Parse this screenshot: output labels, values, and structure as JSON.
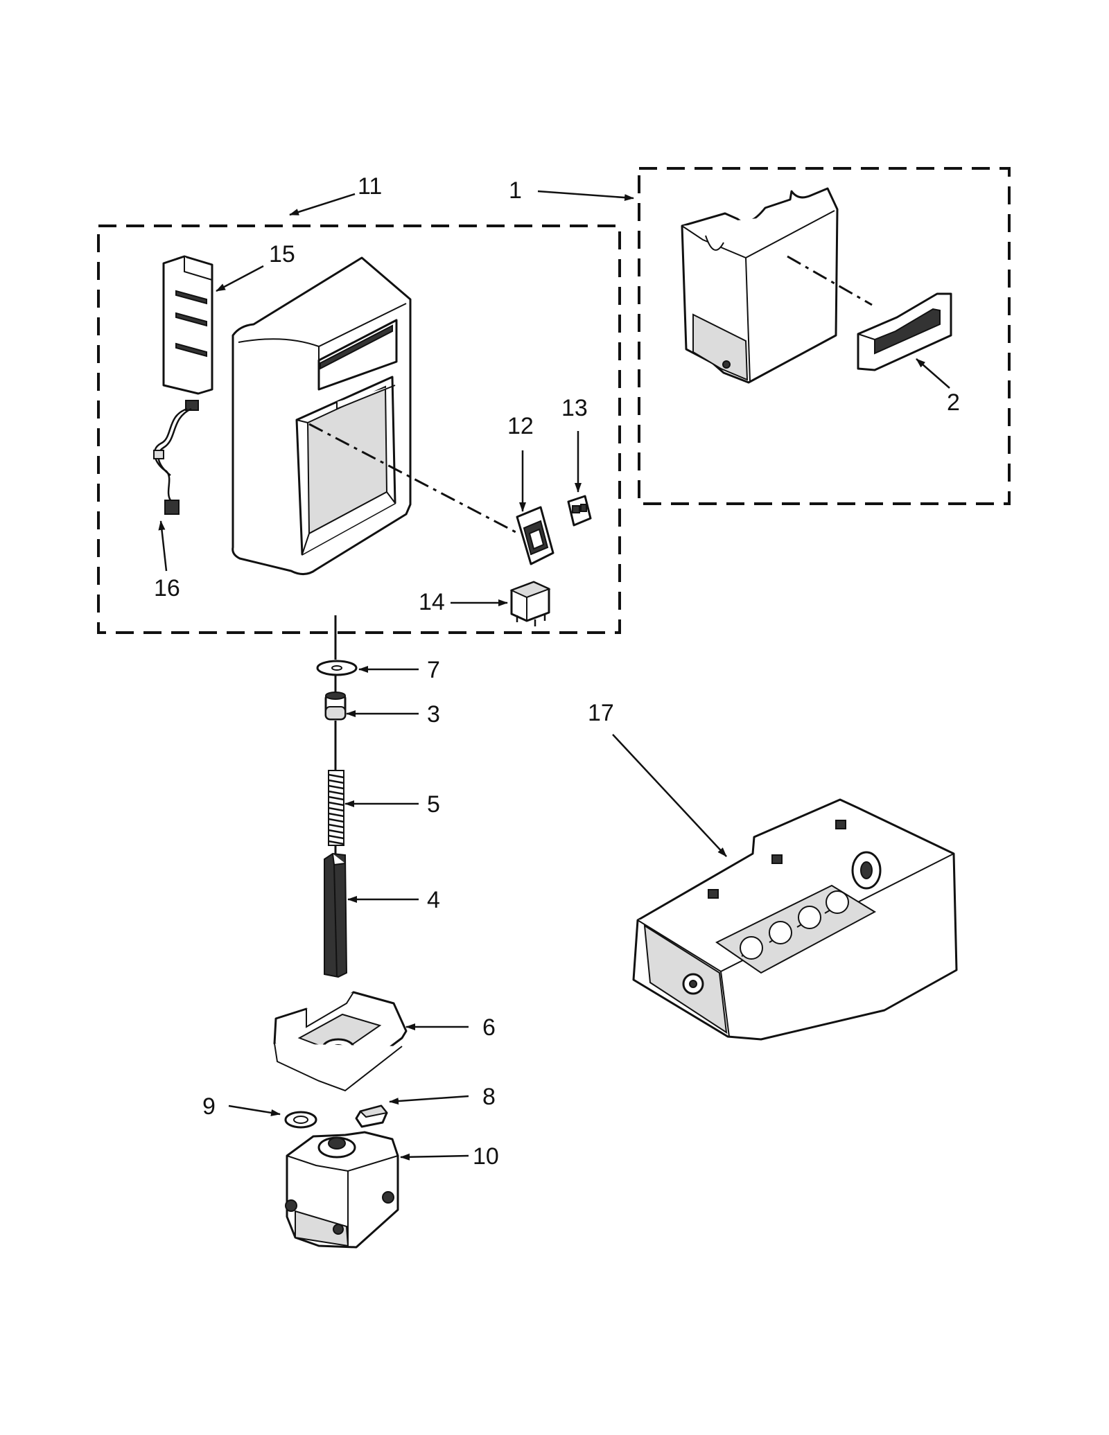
{
  "callouts": {
    "c1": "1",
    "c2": "2",
    "c3": "3",
    "c4": "4",
    "c5": "5",
    "c6": "6",
    "c7": "7",
    "c8": "8",
    "c9": "9",
    "c10": "10",
    "c11": "11",
    "c12": "12",
    "c13": "13",
    "c14": "14",
    "c15": "15",
    "c16": "16",
    "c17": "17"
  },
  "parts": [
    {
      "id": "part-1",
      "icon": "ice-bucket-icon"
    },
    {
      "id": "part-2",
      "icon": "bucket-handle-icon"
    },
    {
      "id": "part-3",
      "icon": "coupler-icon"
    },
    {
      "id": "part-4",
      "icon": "auger-shaft-icon"
    },
    {
      "id": "part-5",
      "icon": "spring-icon"
    },
    {
      "id": "part-6",
      "icon": "motor-bracket-icon"
    },
    {
      "id": "part-7",
      "icon": "washer-icon"
    },
    {
      "id": "part-8",
      "icon": "bushing-icon"
    },
    {
      "id": "part-9",
      "icon": "washer-icon"
    },
    {
      "id": "part-10",
      "icon": "auger-motor-icon"
    },
    {
      "id": "part-11",
      "icon": "housing-assembly-icon"
    },
    {
      "id": "part-12",
      "icon": "switch-bracket-icon"
    },
    {
      "id": "part-13",
      "icon": "switch-icon"
    },
    {
      "id": "part-14",
      "icon": "relay-icon"
    },
    {
      "id": "part-15",
      "icon": "cover-panel-icon"
    },
    {
      "id": "part-16",
      "icon": "wire-harness-icon"
    },
    {
      "id": "part-17",
      "icon": "icemaker-icon"
    }
  ]
}
